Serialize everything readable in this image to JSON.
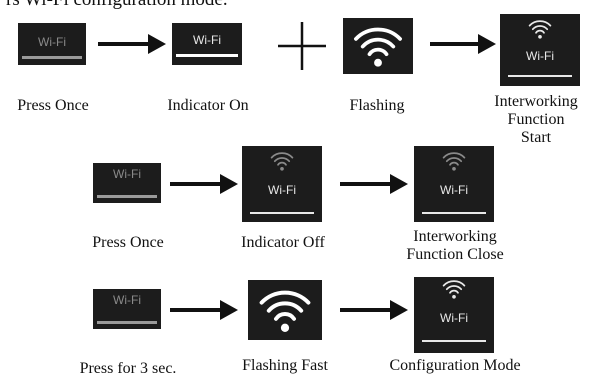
{
  "header": {
    "text": "rs Wi-Fi configuration mode."
  },
  "rows": [
    {
      "captions": [
        "Press Once",
        "Indicator On",
        "Flashing",
        "Interworking\nFunction Start"
      ]
    },
    {
      "captions": [
        "Press Once",
        "Indicator Off",
        "Interworking\nFunction Close"
      ]
    },
    {
      "captions": [
        "Press for 3 sec.",
        "Flashing Fast",
        "Configuration Mode"
      ]
    }
  ],
  "labels": {
    "wifi": "Wi-Fi"
  },
  "colors": {
    "panel": "#1c1c1c",
    "panel_text_dim": "#8a8a8a",
    "panel_text": "#e8e8e8",
    "arrow": "#111111",
    "bar_dim": "#9a9a9a",
    "bar_lit": "#ffffff"
  },
  "icons": [
    "wifi-signal-icon",
    "arrow-right-icon",
    "plus-icon"
  ]
}
